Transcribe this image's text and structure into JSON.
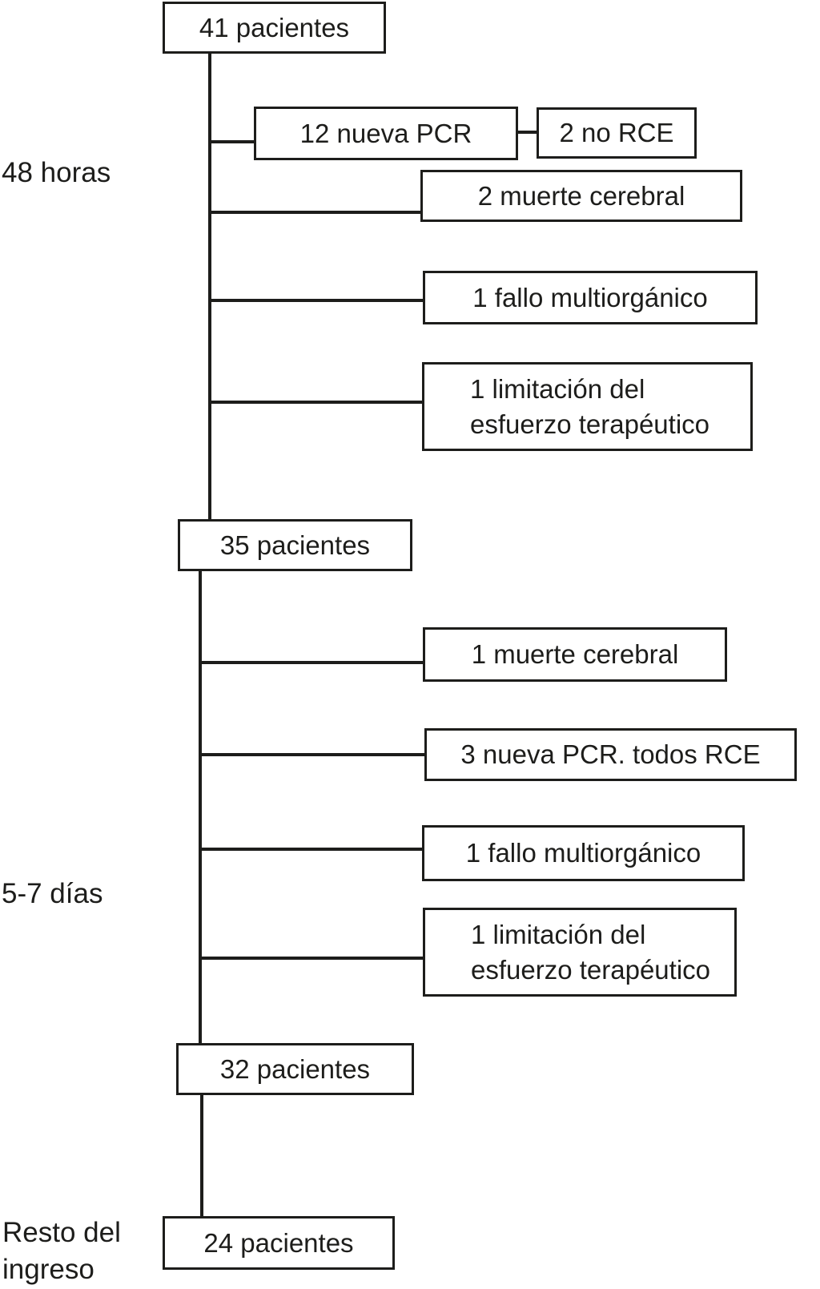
{
  "colors": {
    "background": "#ffffff",
    "line": "#1d1d1b",
    "text": "#1d1d1b"
  },
  "side_labels": {
    "h48": "48 horas",
    "d57": "5-7 días",
    "resto": {
      "line1": "Resto del",
      "line2": "ingreso"
    }
  },
  "boxes": {
    "patients_41": "41 pacientes",
    "new_pcr_12": "12 nueva PCR",
    "no_rce_2": "2 no RCE",
    "brain_death_2": "2 muerte cerebral",
    "multiorgan_failure_48h": "1 fallo multiorgánico",
    "therapeutic_limitation_48h": {
      "line1": "1 limitación del",
      "line2": "esfuerzo terapéutico"
    },
    "patients_35": "35 pacientes",
    "brain_death_1": "1 muerte cerebral",
    "new_pcr_3": "3 nueva PCR. todos RCE",
    "multiorgan_failure_57d": "1 fallo multiorgánico",
    "therapeutic_limitation_57d": {
      "line1": "1 limitación del",
      "line2": "esfuerzo terapéutico"
    },
    "patients_32": "32 pacientes",
    "patients_24": "24 pacientes"
  }
}
